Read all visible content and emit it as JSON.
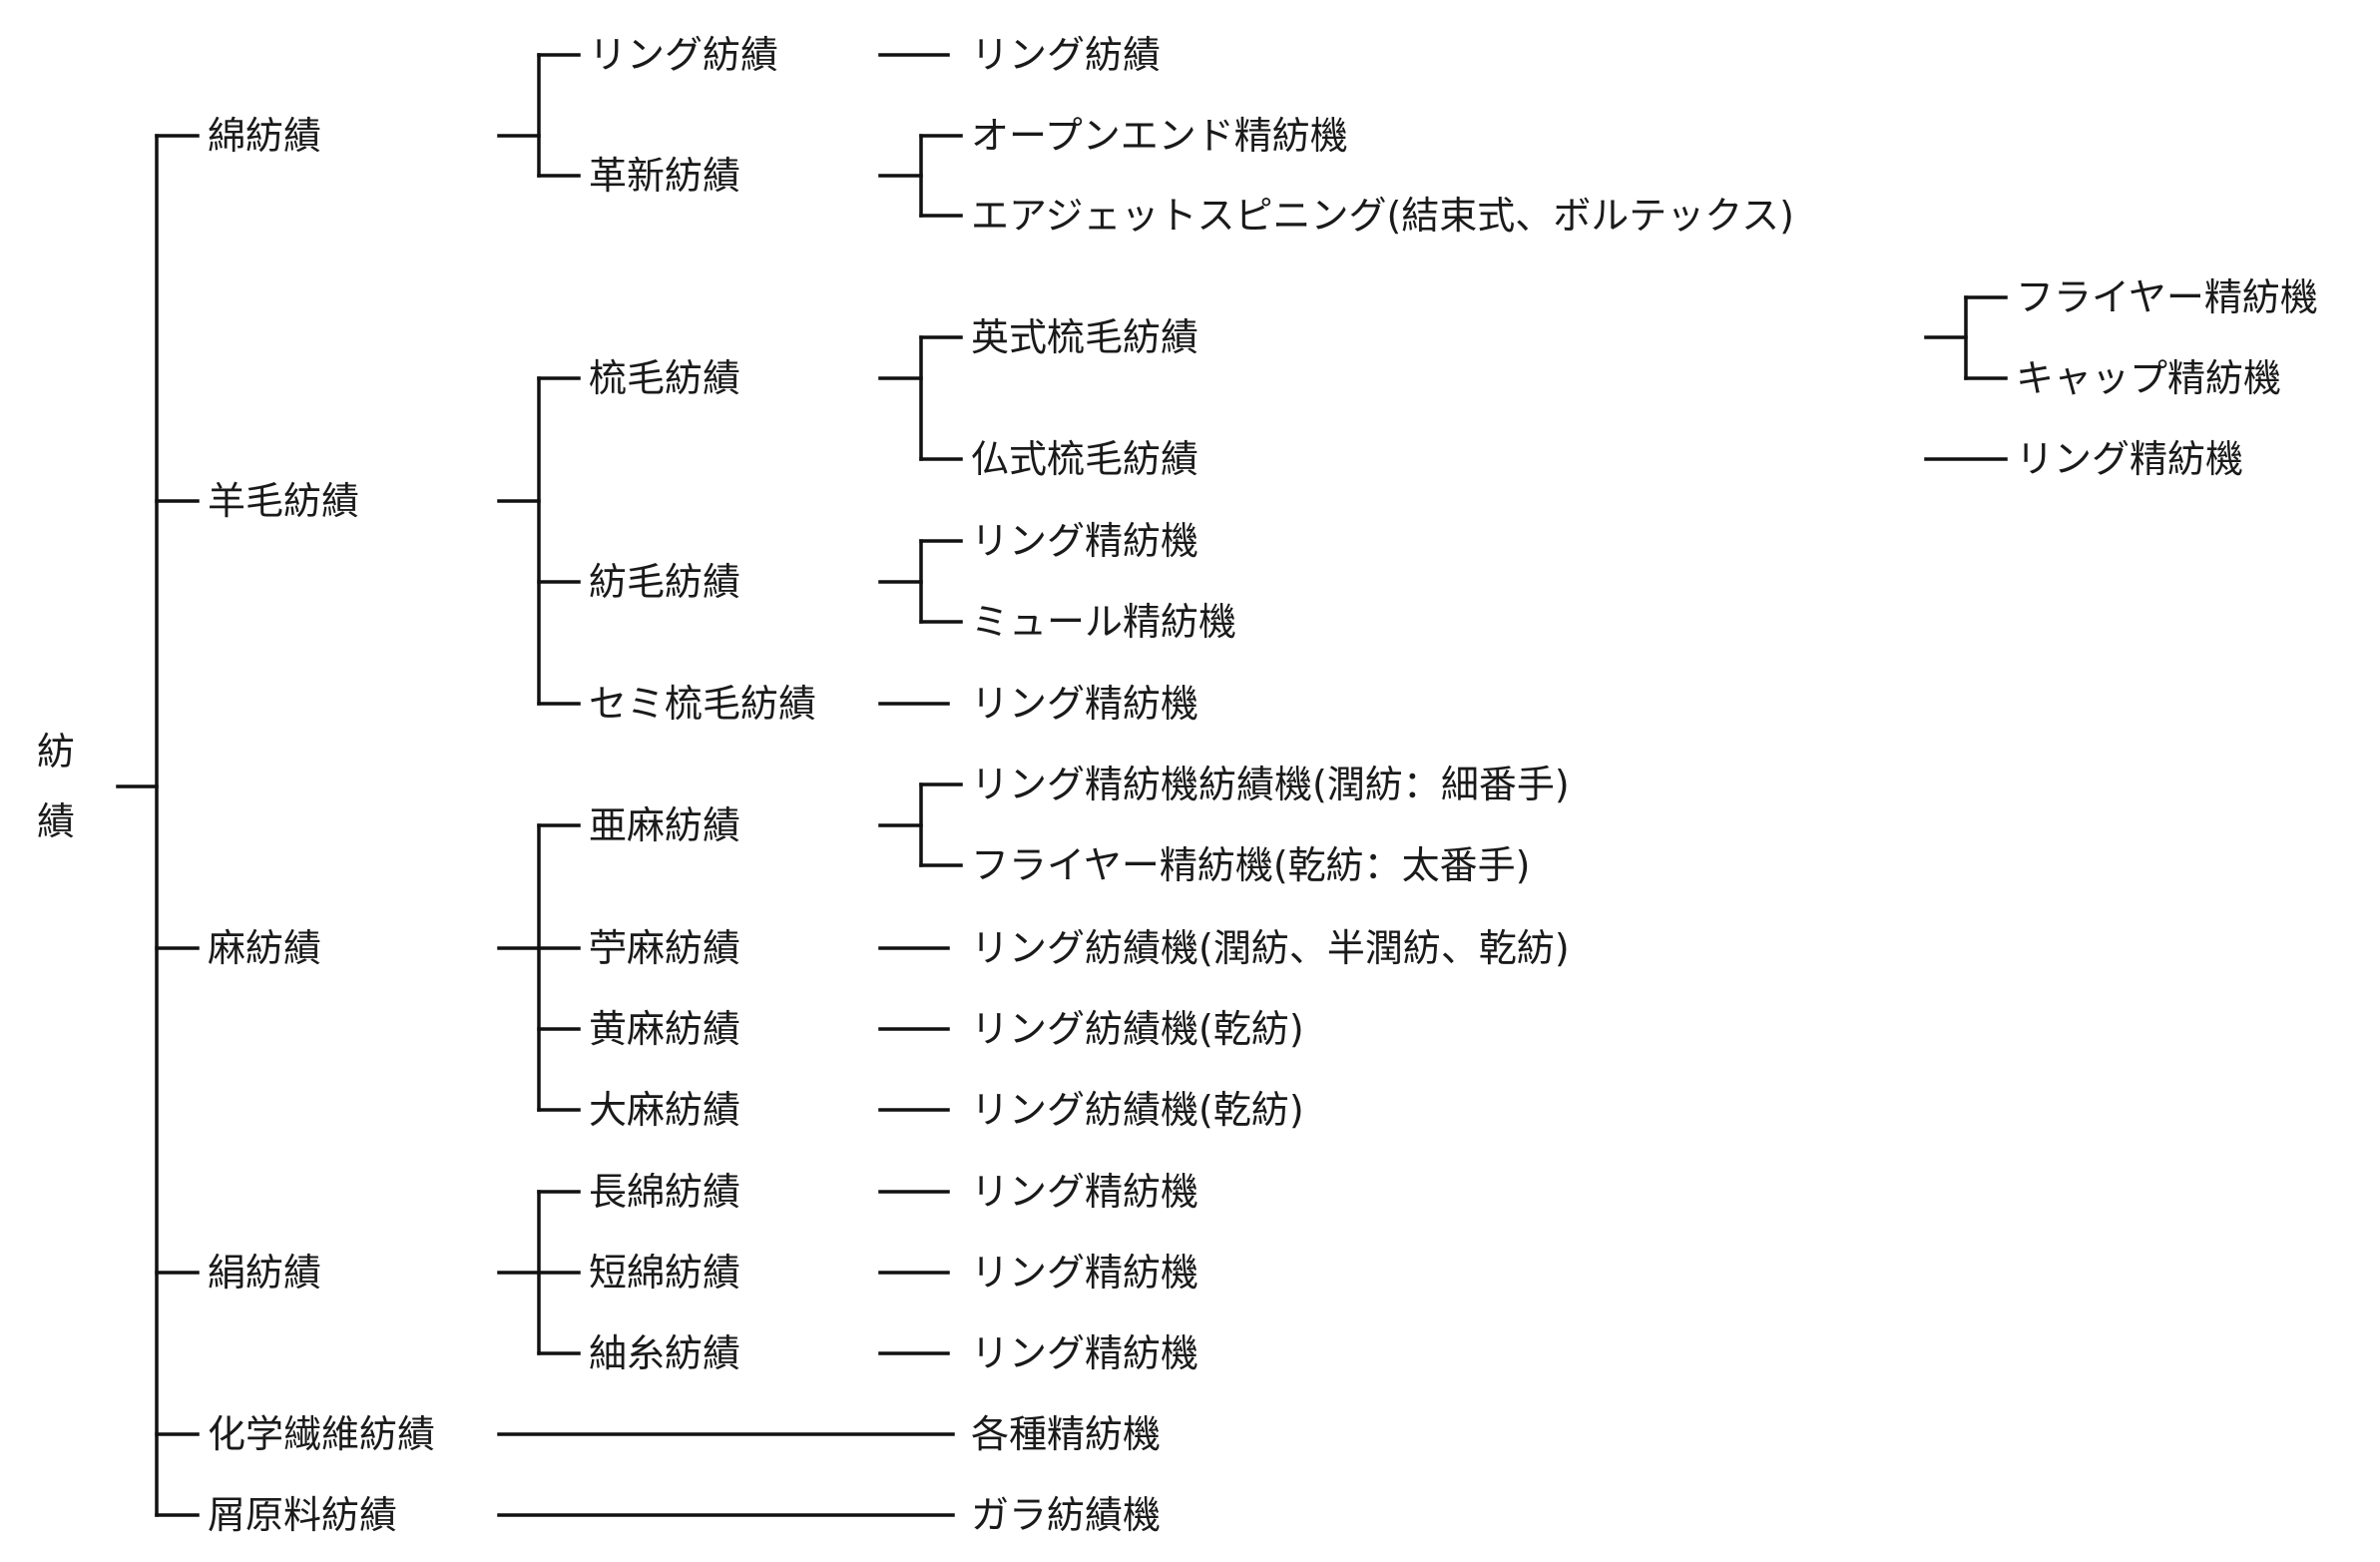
{
  "root": {
    "label": [
      "紡",
      "績"
    ],
    "children": [
      {
        "label": "綿紡績",
        "children": [
          {
            "label": "リング紡績",
            "children": [
              {
                "label": "リング紡績"
              }
            ]
          },
          {
            "label": "革新紡績",
            "children": [
              {
                "label": "オープンエンド精紡機"
              },
              {
                "label": "エアジェットスピニング(結束式、ボルテックス)"
              }
            ]
          }
        ]
      },
      {
        "label": "羊毛紡績",
        "children": [
          {
            "label": "梳毛紡績",
            "children": [
              {
                "label": "英式梳毛紡績",
                "children": [
                  {
                    "label": "フライヤー精紡機"
                  },
                  {
                    "label": "キャップ精紡機"
                  }
                ]
              },
              {
                "label": "仏式梳毛紡績",
                "children": [
                  {
                    "label": "リング精紡機"
                  }
                ]
              }
            ]
          },
          {
            "label": "紡毛紡績",
            "children": [
              {
                "label": "リング精紡機"
              },
              {
                "label": "ミュール精紡機"
              }
            ]
          },
          {
            "label": "セミ梳毛紡績",
            "children": [
              {
                "label": "リング精紡機"
              }
            ]
          }
        ]
      },
      {
        "label": "麻紡績",
        "children": [
          {
            "label": "亜麻紡績",
            "children": [
              {
                "label": "リング精紡機紡績機(潤紡：細番手)"
              },
              {
                "label": "フライヤー精紡機(乾紡：太番手)"
              }
            ]
          },
          {
            "label": "苧麻紡績",
            "children": [
              {
                "label": "リング紡績機(潤紡、半潤紡、乾紡)"
              }
            ]
          },
          {
            "label": "黄麻紡績",
            "children": [
              {
                "label": "リング紡績機(乾紡)"
              }
            ]
          },
          {
            "label": "大麻紡績",
            "children": [
              {
                "label": "リング紡績機(乾紡)"
              }
            ]
          }
        ]
      },
      {
        "label": "絹紡績",
        "children": [
          {
            "label": "長綿紡績",
            "children": [
              {
                "label": "リング精紡機"
              }
            ]
          },
          {
            "label": "短綿紡績",
            "children": [
              {
                "label": "リング精紡機"
              }
            ]
          },
          {
            "label": "紬糸紡績",
            "children": [
              {
                "label": "リング精紡機"
              }
            ]
          }
        ]
      },
      {
        "label": "化学繊維紡績",
        "children": [
          {
            "label": "各種精紡機"
          }
        ]
      },
      {
        "label": "屑原料紡績",
        "children": [
          {
            "label": "ガラ紡績機"
          }
        ]
      }
    ]
  }
}
